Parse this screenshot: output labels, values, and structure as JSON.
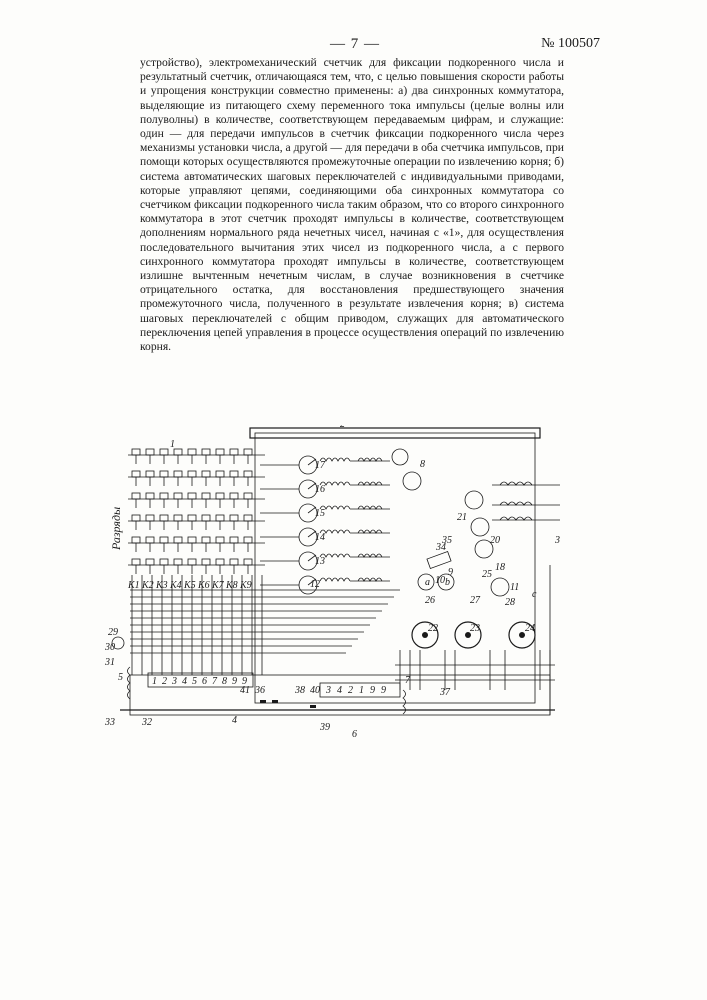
{
  "header": {
    "page_number": "— 7 —",
    "patent_number": "№ 100507"
  },
  "body": {
    "text": "устройство), электромеханический счетчик для фиксации подкоренного числа и результатный счетчик, отличающаяся тем, что, с целью повышения скорости работы и упрощения конструкции совместно применены: а) два синхронных коммутатора, выделяющие из питающего схему переменного тока импульсы (целые волны или полуволны) в количестве, соответствующем передаваемым цифрам, и служащие: один — для передачи импульсов в счетчик фиксации подкоренного числа через механизмы установки числа, а другой — для передачи в оба счетчика импульсов, при помощи которых осуществляются промежуточные операции по извлечению корня; б) система автоматических шаговых переключателей с индивидуальными приводами, которые управляют цепями, соединяющими оба синхронных коммутатора со счетчиком фиксации подкоренного числа таким образом, что со второго синхронного коммутатора в этот счетчик проходят импульсы в количестве, соответствующем дополнениям нормального ряда нечетных чисел, начиная с «1», для осуществления последовательного вычитания этих чисел из подкоренного числа, а с первого синхронного коммутатора проходят импульсы в количестве, соответствующем излишне вычтенным нечетным числам, в случае возникновения в счетчике отрицательного остатка, для восстановления предшествующего значения промежуточного числа, полученного в результате извлечения корня; в) система шаговых переключателей с общим приводом, служащих для автоматического переключения цепей управления в процессе осуществления операций по извлечению корня."
  },
  "figure": {
    "axis_label": "Разряды",
    "key_labels": [
      "K1",
      "K2",
      "K3",
      "K4",
      "K5",
      "K6",
      "K7",
      "K8",
      "K9"
    ],
    "ref_numbers": [
      "1",
      "2",
      "3",
      "4",
      "5",
      "6",
      "7",
      "8",
      "9",
      "10",
      "11",
      "12",
      "13",
      "14",
      "15",
      "16",
      "17",
      "18",
      "20",
      "21",
      "22",
      "23",
      "24",
      "25",
      "26",
      "27",
      "28",
      "29",
      "30",
      "31",
      "32",
      "33",
      "34",
      "35",
      "36",
      "37",
      "38",
      "39",
      "40",
      "41",
      "a",
      "b",
      "c"
    ],
    "counter_digits_left": [
      "1",
      "2",
      "3",
      "4",
      "5",
      "6",
      "7",
      "8",
      "9",
      "9"
    ],
    "counter_digits_right": [
      "3",
      "4",
      "2",
      "1",
      "9",
      "9"
    ]
  }
}
